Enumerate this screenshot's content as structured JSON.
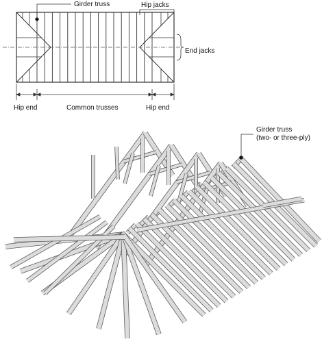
{
  "plan_view": {
    "labels": {
      "girder_truss": "Girder truss",
      "hip_jacks": "Hip jacks",
      "end_jacks": "End jacks",
      "hip_end_left": "Hip end",
      "common_trusses": "Common trusses",
      "hip_end_right": "Hip end"
    }
  },
  "perspective_view": {
    "girder_label_line1": "Girder truss",
    "girder_label_line2": "(two- or three-ply)"
  },
  "colors": {
    "member_fill": "#dcdcdc",
    "member_stroke": "#5a5a5a",
    "line": "#333333",
    "text": "#111111"
  }
}
